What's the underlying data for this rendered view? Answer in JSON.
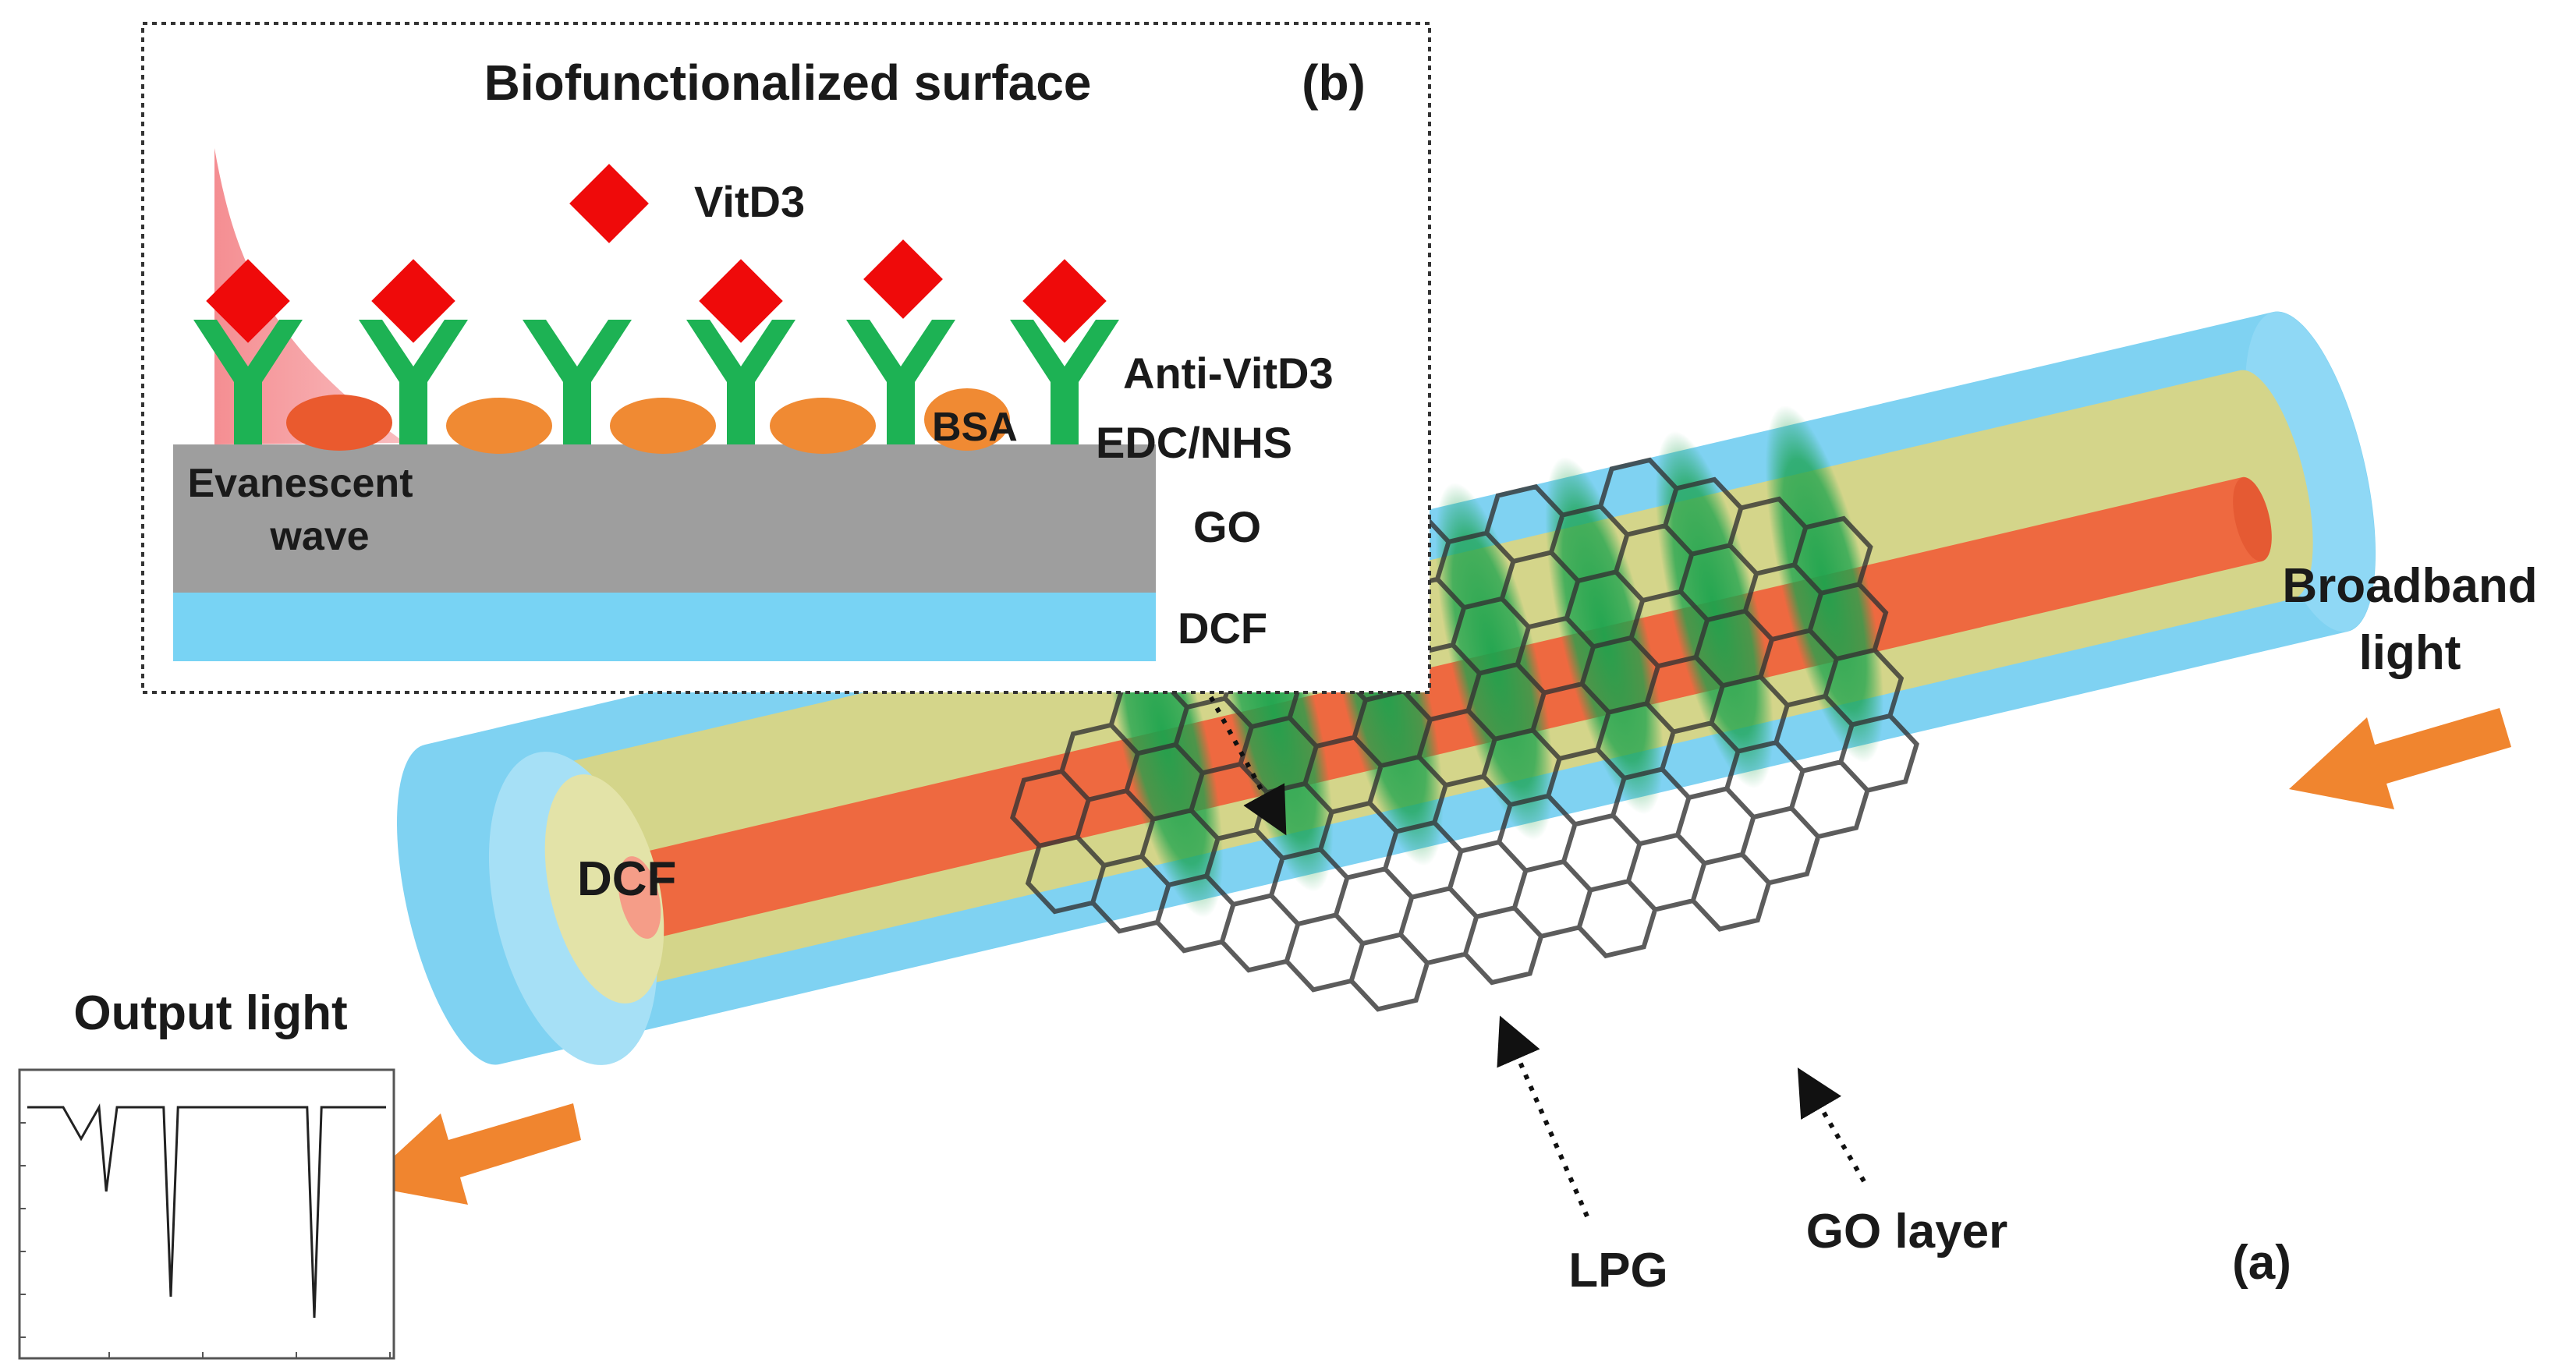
{
  "inset": {
    "title": "Biofunctionalized surface",
    "panel_label": "(b)",
    "vitd3_label": "VitD3",
    "anti_vitd3_label": "Anti-VitD3",
    "bsa_label": "BSA",
    "edc_nhs_label": "EDC/NHS",
    "go_label": "GO",
    "dcf_label": "DCF",
    "evanescent_line1": "Evanescent",
    "evanescent_line2": "wave",
    "colors": {
      "antibody": "#1db254",
      "vitd3": "#ef0a0a",
      "bsa": "#f08a33",
      "go_layer": "#9e9e9e",
      "dcf_layer": "#78d3f4",
      "evanescent": "#f4888c"
    }
  },
  "fiber": {
    "dcf_label": "DCF",
    "broadband_line1": "Broadband",
    "broadband_line2": "light",
    "output_label": "Output light",
    "lpg_label": "LPG",
    "go_layer_label": "GO layer",
    "panel_label": "(a)",
    "colors": {
      "cladding": "#78d3f4",
      "inner_cladding": "#d7d88c",
      "core": "#ef6a3f",
      "arrow": "#f0852f",
      "grating": "#1aa34d",
      "lattice": "#333333"
    }
  },
  "output_spectrum": {
    "type": "line",
    "dip_depths": [
      0.15,
      0.4,
      0.9,
      1.0
    ],
    "x": [
      0.0,
      0.05,
      0.1,
      0.15,
      0.2,
      0.22,
      0.25,
      0.3,
      0.35,
      0.38,
      0.4,
      0.42,
      0.45,
      0.5,
      0.55,
      0.6,
      0.65,
      0.7,
      0.75,
      0.78,
      0.8,
      0.82,
      0.85,
      0.9,
      0.95,
      1.0
    ],
    "y": [
      0.0,
      0.0,
      0.0,
      -0.15,
      0.0,
      -0.4,
      0.0,
      0.0,
      0.0,
      0.0,
      -0.9,
      0.0,
      0.0,
      0.0,
      0.0,
      0.0,
      0.0,
      0.0,
      0.0,
      0.0,
      -1.0,
      0.0,
      0.0,
      0.0,
      0.0,
      0.0
    ]
  }
}
